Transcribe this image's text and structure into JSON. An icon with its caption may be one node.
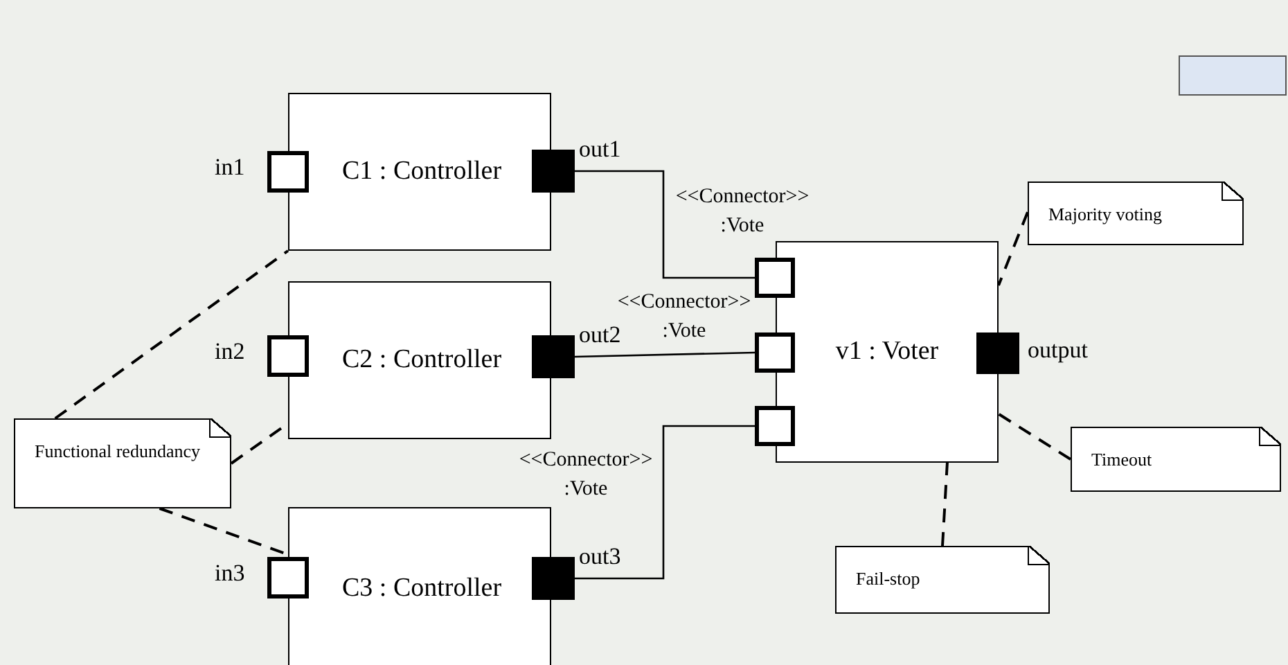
{
  "diagram": {
    "nodes": [
      {
        "text": [],
        "shape": "box"
      },
      {
        "text": [
          "C1 : Controller"
        ]
      },
      {
        "text": [],
        "shape": "box",
        "beside": [
          "in1"
        ]
      },
      {
        "text": [],
        "shape": "box",
        "beside": [
          "out1"
        ]
      },
      {
        "text": [
          "Majority voting"
        ]
      },
      {
        "text": [
          "v1 : Voter"
        ]
      },
      {
        "text": [],
        "shape": "box"
      },
      {
        "text": [],
        "shape": "box"
      },
      {
        "text": [],
        "shape": "box"
      },
      {
        "text": [],
        "shape": "box",
        "beside": [
          "output"
        ]
      },
      {
        "text": [
          "C2 : Controller"
        ]
      },
      {
        "text": [],
        "shape": "box",
        "beside": [
          "in2"
        ]
      },
      {
        "text": [],
        "shape": "box",
        "beside": [
          "out2"
        ]
      },
      {
        "text": [
          "Functional redundancy"
        ]
      },
      {
        "text": [
          "Timeout"
        ]
      },
      {
        "text": [
          "C3 : Controller"
        ]
      },
      {
        "text": [],
        "shape": "box",
        "beside": [
          "in3"
        ]
      },
      {
        "text": [],
        "shape": "box",
        "beside": [
          "out3"
        ]
      },
      {
        "text": [
          "Fail-stop"
        ]
      }
    ],
    "edges": [
      {
        "from": 3,
        "to": 6,
        "arrow": "none",
        "label": "<<Connector>> :Vote"
      },
      {
        "from": 12,
        "to": 7,
        "arrow": "none",
        "label": "<<Connector>> :Vote"
      },
      {
        "from": 17,
        "to": 8,
        "arrow": "none",
        "label": "<<Connector>> :Vote"
      },
      {
        "from": 13,
        "to": 1,
        "arrow": "none",
        "style": "dashed"
      },
      {
        "from": 13,
        "to": 10,
        "arrow": "none",
        "style": "dashed"
      },
      {
        "from": 13,
        "to": 15,
        "arrow": "none",
        "style": "dashed"
      },
      {
        "from": 4,
        "to": 5,
        "arrow": "none",
        "style": "dashed"
      },
      {
        "from": 14,
        "to": 5,
        "arrow": "none",
        "style": "dashed"
      },
      {
        "from": 18,
        "to": 5,
        "arrow": "none",
        "style": "dashed"
      }
    ]
  }
}
